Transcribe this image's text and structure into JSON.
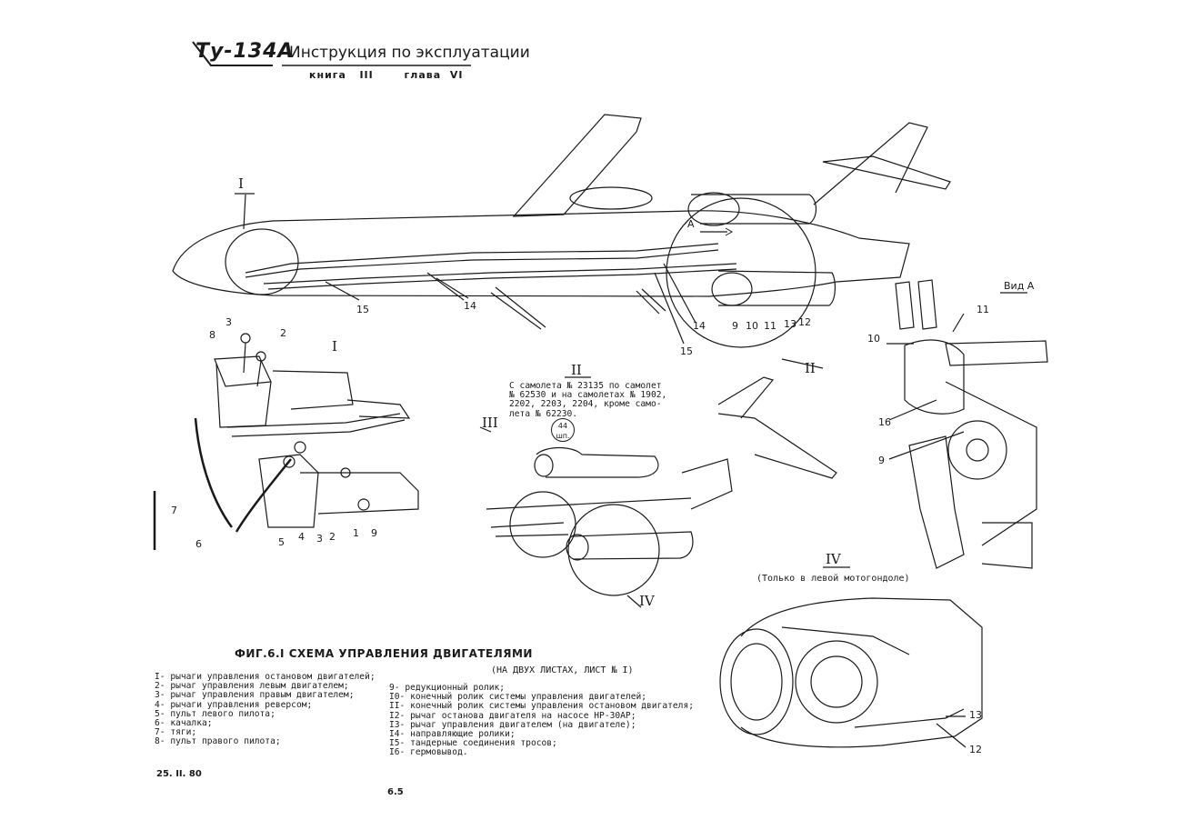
{
  "header": {
    "logo": "Ту-134А",
    "title": "Инструкция по эксплуатации",
    "book": "книга",
    "book_num": "III",
    "chapter": "глава",
    "chapter_num": "VI"
  },
  "views": {
    "I": "I",
    "II": "II",
    "III": "III",
    "IV": "IV",
    "view_a": "Вид А",
    "arrow_a": "A",
    "iv_note": "(Только в левой мотогондоле)"
  },
  "note_II": [
    "С самолета № 23135 по самолет",
    "№ 62530 и на самолетах № 1902,",
    "2202, 2203, 2204, кроме само-",
    "лета № 62230."
  ],
  "badge": {
    "num": "44",
    "sub": "шп."
  },
  "figure": {
    "title": "ФИГ.6.I  СХЕМА УПРАВЛЕНИЯ ДВИГАТЕЛЯМИ",
    "note": "(НА ДВУХ ЛИСТАХ, ЛИСТ № I)"
  },
  "legend_left": [
    "I- рычаги управления остановом двигателей;",
    "2- рычаг управления левым двигателем;",
    "3- рычаг управления правым двигателем;",
    "4- рычаги управления реверсом;",
    "5- пульт левого пилота;",
    "6- качалка;",
    "7- тяги;",
    "8- пульт правого пилота;"
  ],
  "legend_right": [
    "9- редукционный ролик;",
    "I0- конечный ролик системы управления двигателей;",
    "II- конечный ролик системы управления остановом двигателя;",
    "I2- рычаг останова двигателя на насосе НР-30АР;",
    "I3- рычаг управления двигателем (на двигателе);",
    "I4- направляющие ролики;",
    "I5- тандерные соединения тросов;",
    "I6- гермовывод."
  ],
  "callouts": {
    "plane": [
      "15",
      "14",
      "14",
      "15",
      "9",
      "10",
      "11",
      "13",
      "12"
    ],
    "detail_I": [
      "3",
      "2",
      "8",
      "7",
      "6",
      "5",
      "4",
      "3",
      "2",
      "1",
      "9"
    ],
    "view_a": [
      "10",
      "11",
      "16",
      "9"
    ],
    "detail_IV": [
      "13",
      "12"
    ]
  },
  "footer": {
    "date": "25. II. 80",
    "page": "6.5"
  }
}
